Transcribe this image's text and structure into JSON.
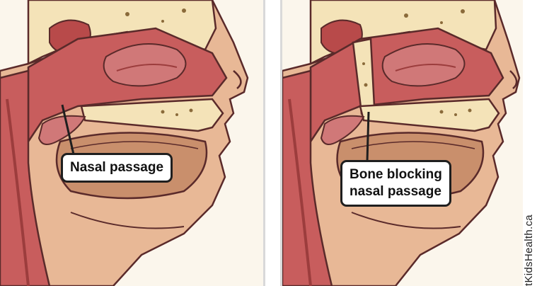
{
  "panels": [
    {
      "label": "Nasal passage"
    },
    {
      "label_line1": "Bone blocking",
      "label_line2": "nasal passage"
    }
  ],
  "credit": "tKidsHealth.ca",
  "colors": {
    "skin": "#e8b896",
    "skin_dark": "#c98f6c",
    "tissue": "#c85d5d",
    "tissue_dark": "#9c3d3d",
    "bone": "#f4e3b8",
    "outline": "#5a2a2a"
  }
}
